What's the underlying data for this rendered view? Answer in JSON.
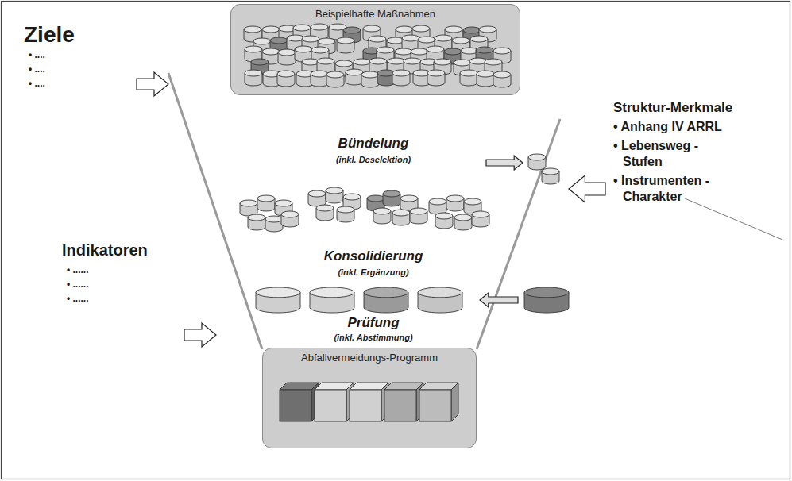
{
  "diagram": {
    "nodes": [
      {
        "text": [
          "Beispielhafte Maßnahmen"
        ]
      },
      {
        "text": [
          "Abfallvermeidungs-Programm"
        ]
      }
    ],
    "labels": [
      "Ziele",
      "• ....",
      "• ....",
      "• ....",
      "Indikatoren",
      "• ......",
      "• ......",
      "• ......",
      "Bündelung",
      "(inkl. Deselektion)",
      "Konsolidierung",
      "(inkl. Ergänzung)",
      "Prüfung",
      "(inkl. Abstimmung)",
      "Struktur-Merkmale",
      "• Anhang IV ARRL",
      "• Lebensweg -Stufen",
      "• Instrumenten - Charakter"
    ]
  }
}
